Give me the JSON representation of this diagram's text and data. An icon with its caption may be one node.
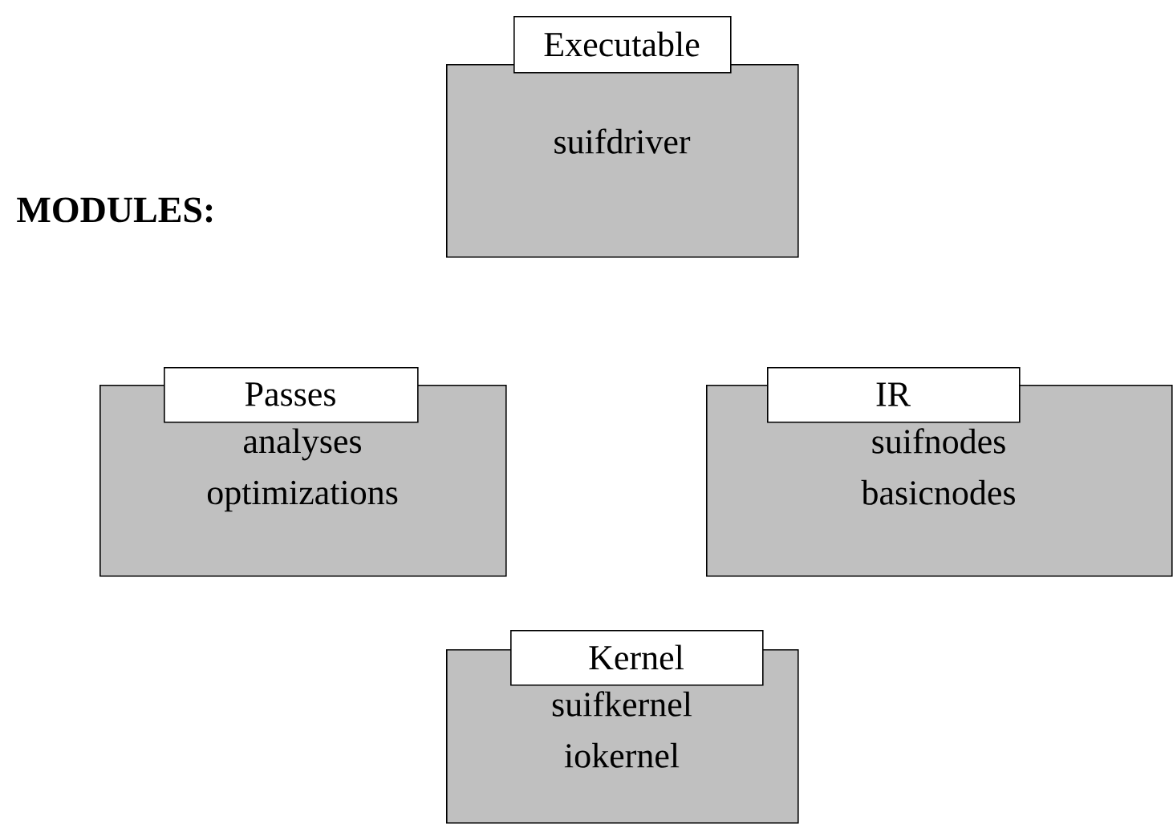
{
  "diagram": {
    "nodes": [
      {
        "text": [
          "Executable",
          "suifdriver"
        ]
      },
      {
        "text": [
          "Passes",
          "analyses optimizations"
        ]
      },
      {
        "text": [
          "IR",
          "suifnodes basicnodes"
        ]
      },
      {
        "text": [
          "Kernel",
          "suifkernel iokernel"
        ]
      }
    ],
    "labels": [
      "MODULES:"
    ]
  }
}
